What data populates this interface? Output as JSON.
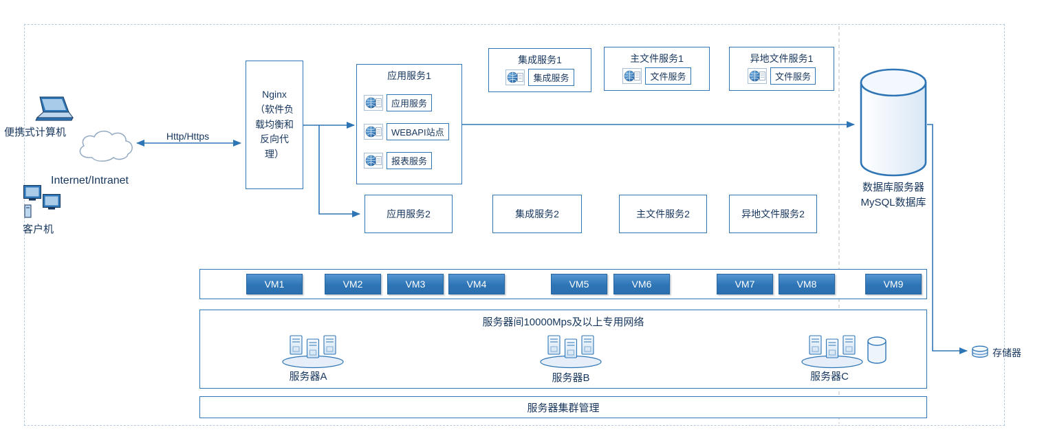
{
  "colors": {
    "accent": "#2e75b6",
    "text": "#17365d",
    "vm_fill": "#2e75b6"
  },
  "client_side": {
    "laptop_label": "便携式计算机",
    "network_label": "Internet/Intranet",
    "clients_label": "客户机",
    "link_label": "Http/Https"
  },
  "nginx": {
    "label": "Nginx（软件负载均衡和反向代理）"
  },
  "app_service_group": {
    "title": "应用服务1",
    "items": [
      {
        "label": "应用服务",
        "icon": "web-service-icon"
      },
      {
        "label": "WEBAPI站点",
        "icon": "web-service-icon"
      },
      {
        "label": "报表服务",
        "icon": "web-service-icon"
      }
    ]
  },
  "service_groups_row1": [
    {
      "title": "集成服务1",
      "inner_label": "集成服务",
      "icon": "web-service-icon"
    },
    {
      "title": "主文件服务1",
      "inner_label": "文件服务",
      "icon": "web-service-icon"
    },
    {
      "title": "异地文件服务1",
      "inner_label": "文件服务",
      "icon": "web-service-icon"
    }
  ],
  "service_boxes_row2": [
    {
      "label": "应用服务2"
    },
    {
      "label": "集成服务2"
    },
    {
      "label": "主文件服务2"
    },
    {
      "label": "异地文件服务2"
    }
  ],
  "database": {
    "line1": "数据库服务器",
    "line2": "MySQL数据库"
  },
  "vms": [
    "VM1",
    "VM2",
    "VM3",
    "VM4",
    "VM5",
    "VM6",
    "VM7",
    "VM8",
    "VM9"
  ],
  "network_zone": {
    "title": "服务器间10000Mps及以上专用网络",
    "servers": [
      {
        "label": "服务器A"
      },
      {
        "label": "服务器B"
      },
      {
        "label": "服务器C"
      }
    ]
  },
  "cluster_box": {
    "label": "服务器集群管理"
  },
  "storage": {
    "label": "存储器"
  }
}
